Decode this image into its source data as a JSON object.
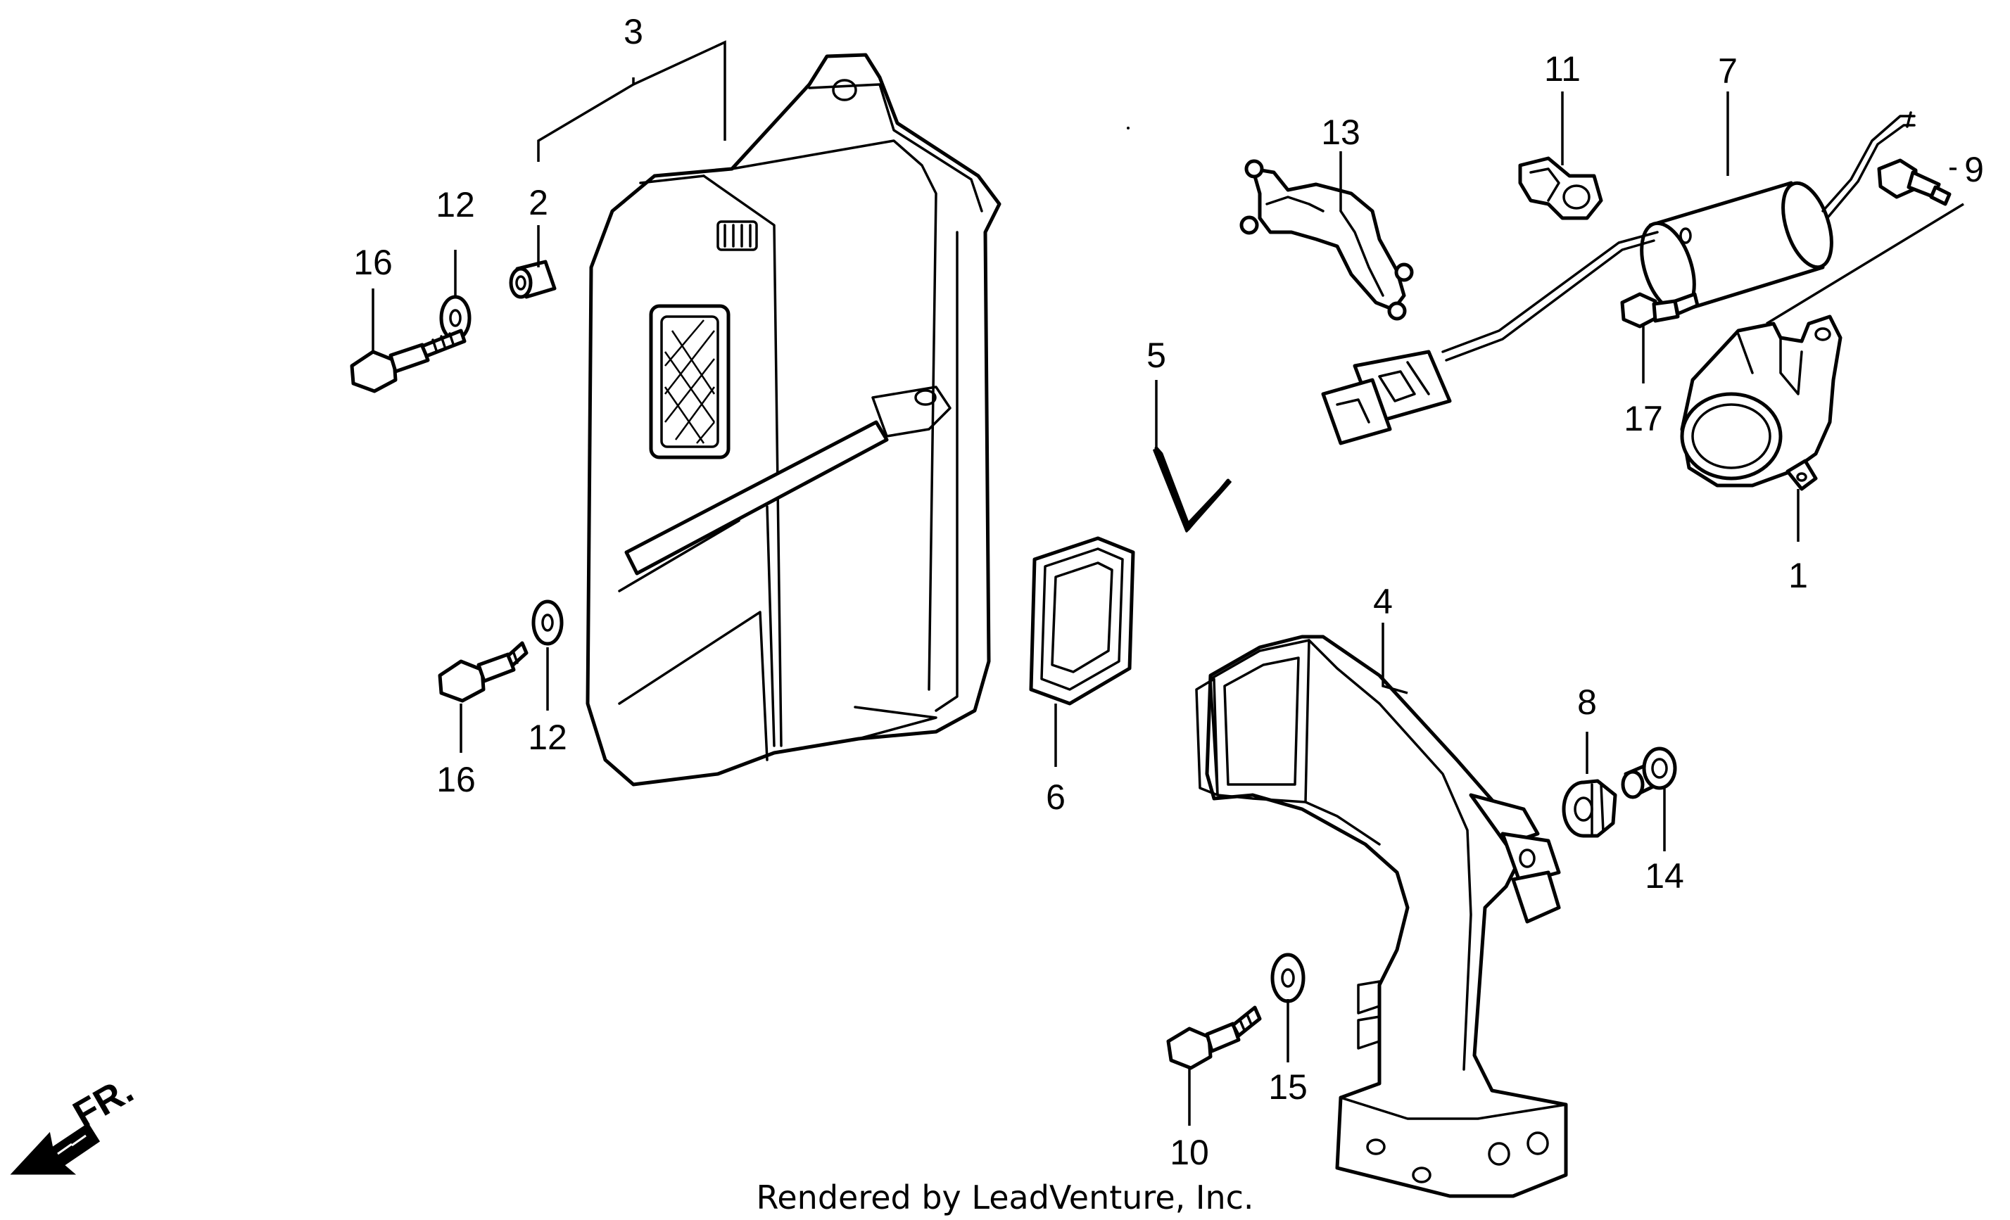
{
  "callouts": {
    "c1": "1",
    "c2": "2",
    "c3": "3",
    "c4": "4",
    "c5": "5",
    "c6": "6",
    "c7": "7",
    "c8": "8",
    "c9": "9",
    "c10": "10",
    "c11": "11",
    "c12a": "12",
    "c12b": "12",
    "c13": "13",
    "c14": "14",
    "c15": "15",
    "c16a": "16",
    "c16b": "16",
    "c17": "17"
  },
  "direction_label": "FR.",
  "credit": "Rendered by LeadVenture, Inc."
}
